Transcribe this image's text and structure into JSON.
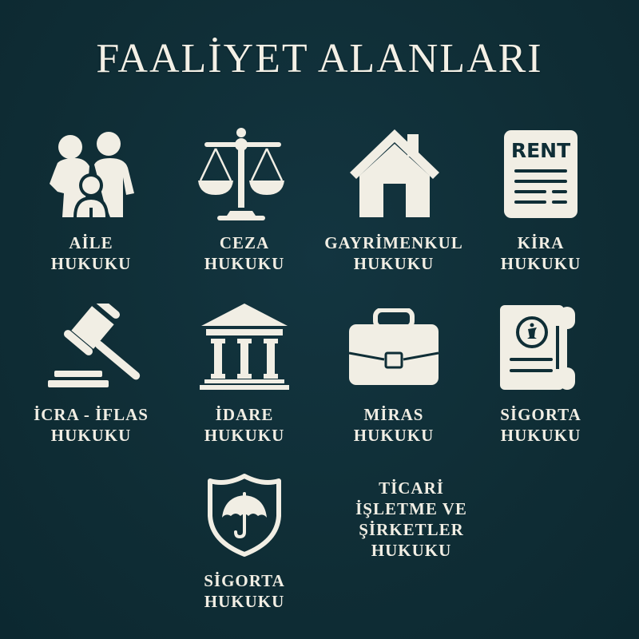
{
  "page": {
    "title": "FAALİYET ALANLARI",
    "colors": {
      "background": "#0f2e36",
      "foreground": "#f1eee4"
    }
  },
  "practice_areas": [
    {
      "icon": "family-icon",
      "line1": "AİLE",
      "line2": "HUKUKU"
    },
    {
      "icon": "scales-of-justice-icon",
      "line1": "CEZA",
      "line2": "HUKUKU"
    },
    {
      "icon": "house-icon",
      "line1": "GAYRİMENKUL",
      "line2": "HUKUKU"
    },
    {
      "icon": "rent-document-icon",
      "icon_text": "RENT",
      "line1": "KİRA",
      "line2": "HUKUKU"
    },
    {
      "icon": "gavel-icon",
      "line1": "İCRA - İFLAS",
      "line2": "HUKUKU"
    },
    {
      "icon": "courthouse-icon",
      "line1": "İDARE",
      "line2": "HUKUKU"
    },
    {
      "icon": "briefcase-icon",
      "line1": "MİRAS",
      "line2": "HUKUKU"
    },
    {
      "icon": "insurance-scroll-icon",
      "line1": "SİGORTA",
      "line2": "HUKUKU"
    },
    {
      "icon": "umbrella-shield-icon",
      "line1": "SİGORTA",
      "line2": "HUKUKU"
    },
    {
      "icon": null,
      "line1": "TİCARİ",
      "line2": "İŞLETME VE",
      "line3": "ŞİRKETLER",
      "line4": "HUKUKU"
    }
  ]
}
